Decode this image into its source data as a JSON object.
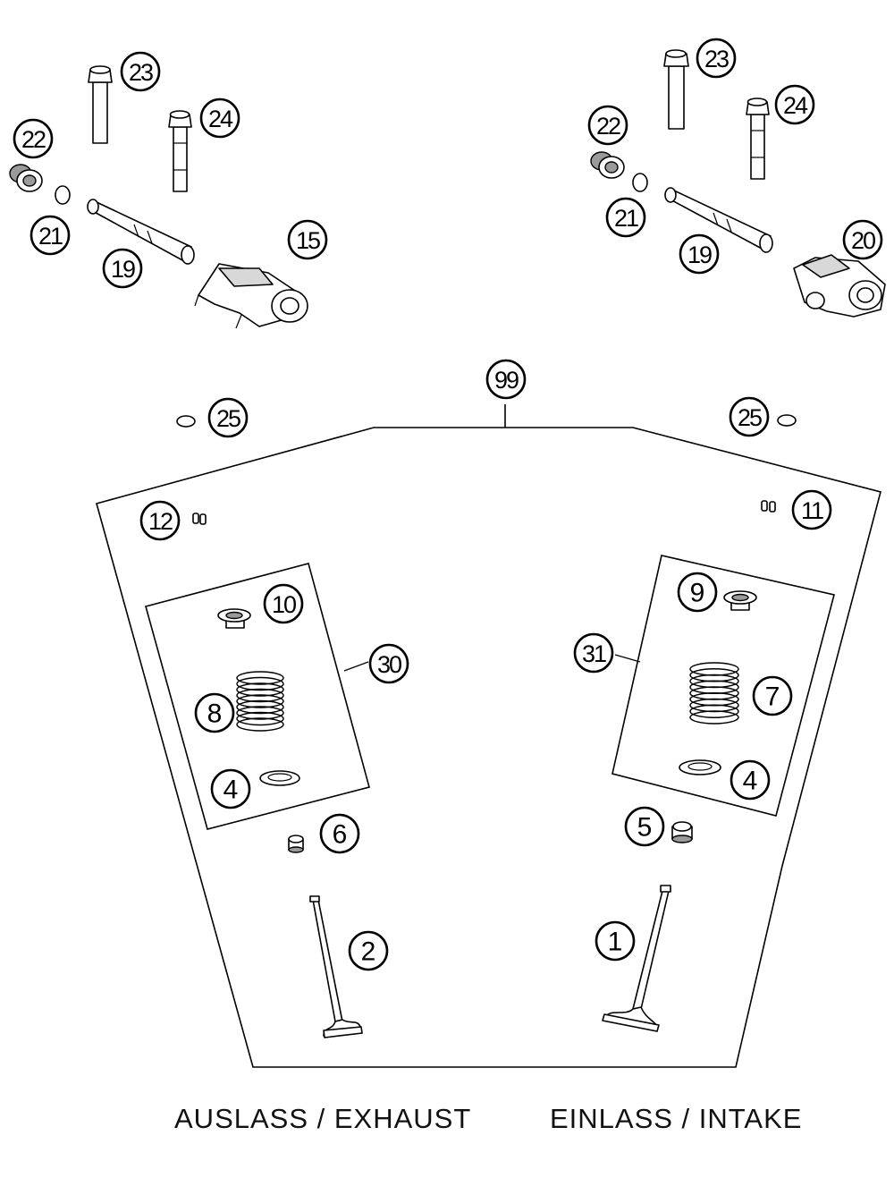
{
  "callouts": {
    "c23l": "23",
    "c24l": "24",
    "c22l": "22",
    "c21l": "21",
    "c19l": "19",
    "c15": "15",
    "c23r": "23",
    "c24r": "24",
    "c22r": "22",
    "c21r": "21",
    "c19r": "19",
    "c20": "20",
    "c99": "99",
    "c25l": "25",
    "c25r": "25",
    "c12": "12",
    "c11": "11",
    "c10": "10",
    "c30": "30",
    "c8": "8",
    "c4l": "4",
    "c6": "6",
    "c2": "2",
    "c9": "9",
    "c31": "31",
    "c7": "7",
    "c4r": "4",
    "c5": "5",
    "c1": "1"
  },
  "labels": {
    "exhaust": "AUSLASS / EXHAUST",
    "intake": "EINLASS / INTAKE"
  }
}
